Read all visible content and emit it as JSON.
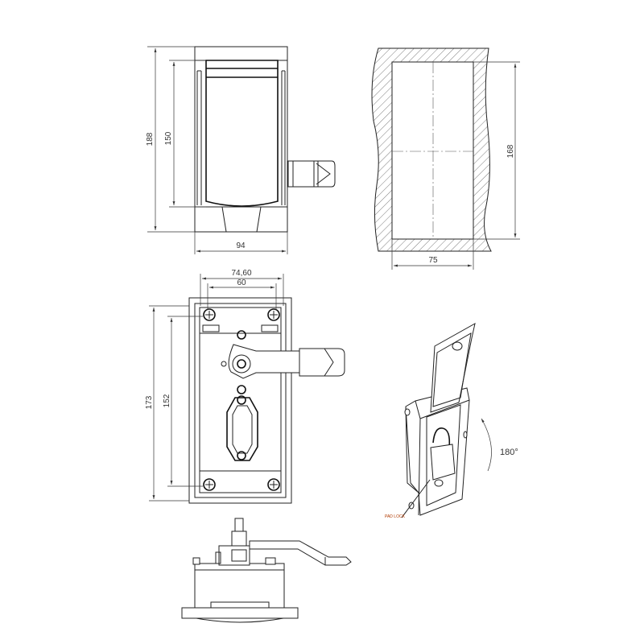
{
  "front_view": {
    "height_total": "188",
    "height_inner": "150",
    "width": "94"
  },
  "cutout_view": {
    "height": "168",
    "width": "75"
  },
  "rear_view": {
    "hole_span_outer": "74,60",
    "hole_span_inner": "60",
    "height_total": "173",
    "height_holes": "152"
  },
  "iso_view": {
    "rotation_label": "180°",
    "callout": "PAD LOCK"
  }
}
